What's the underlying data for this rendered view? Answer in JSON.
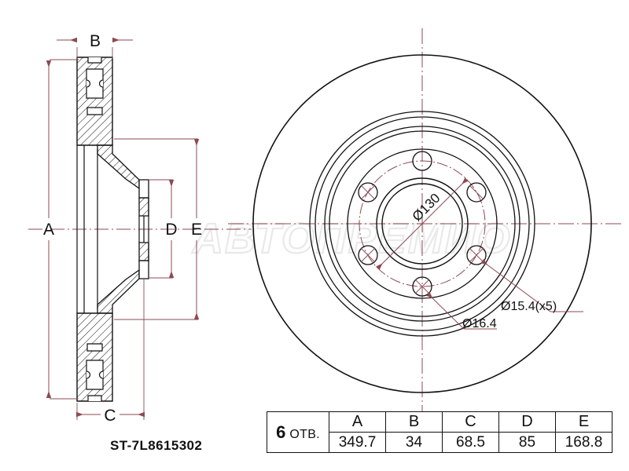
{
  "drawing": {
    "part_number": "ST-7L8615302",
    "watermark_text": "АВТОПРЕМИО",
    "line_color": "#111111",
    "dimension_color": "#8c4a52",
    "watermark_color": "#eeeeee",
    "background": "#ffffff"
  },
  "section_view": {
    "name": "brake-disc-cross-section",
    "dimension_labels": {
      "a": "A",
      "b": "B",
      "c": "C",
      "d": "D",
      "e": "E"
    }
  },
  "face_view": {
    "name": "brake-disc-face-view",
    "callouts": {
      "bolt_circle": "Ø130",
      "bolt_holes": "Ø15.4(x5)",
      "center_hole": "Ø16.4"
    }
  },
  "table": {
    "holes_count": "6",
    "holes_label": "ОТВ.",
    "headers": [
      "A",
      "B",
      "C",
      "D",
      "E"
    ],
    "values": [
      "349.7",
      "34",
      "68.5",
      "85",
      "168.8"
    ]
  }
}
